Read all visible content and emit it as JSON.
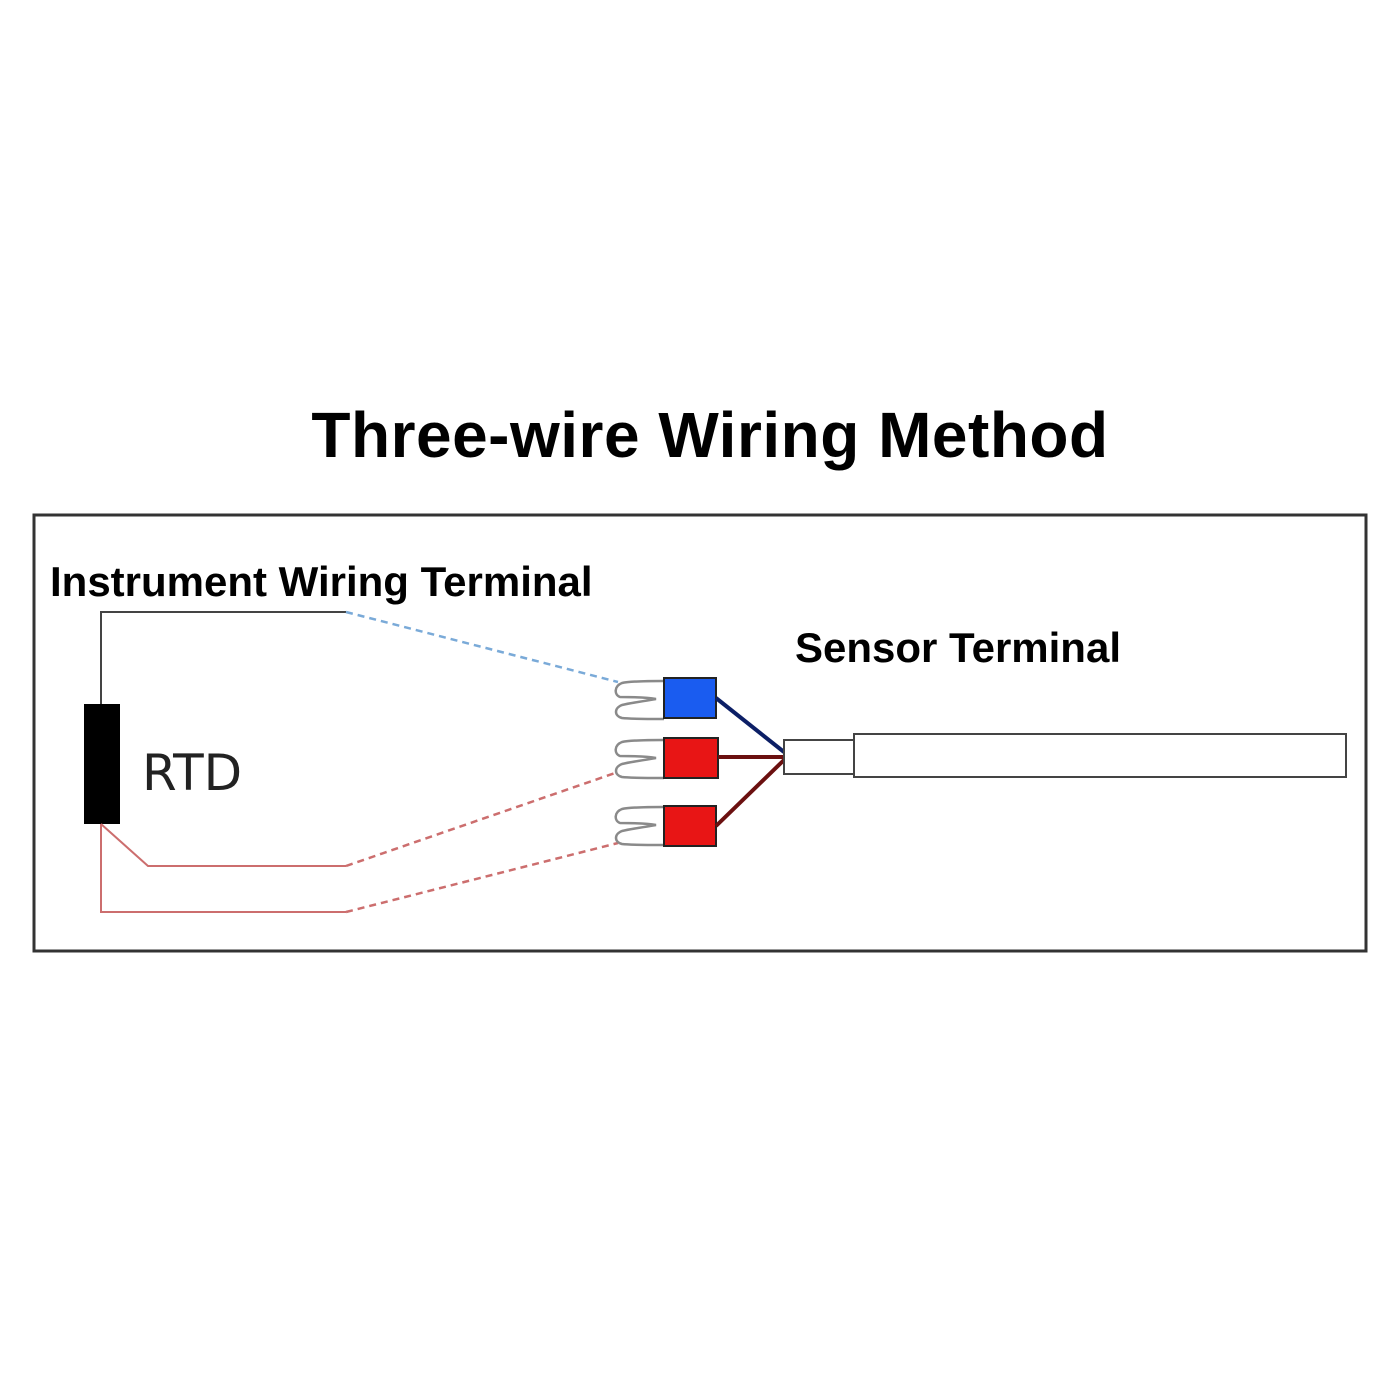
{
  "title": "Three-wire Wiring Method",
  "labels": {
    "instrument_terminal": "Instrument Wiring Terminal",
    "sensor_terminal": "Sensor Terminal",
    "rtd": "RTD"
  },
  "colors": {
    "frame": "#333333",
    "rtd_body": "#000000",
    "blue_wire": "#7aaad8",
    "red_wire": "#cc6e6e",
    "blue_terminal": "#1a5cf0",
    "red_terminal": "#e81515",
    "blue_lead": "#0c1f66",
    "red_lead": "#6b1010"
  },
  "icons": [
    "rtd-resistor-icon",
    "spade-terminal-icon",
    "sensor-probe-icon"
  ]
}
